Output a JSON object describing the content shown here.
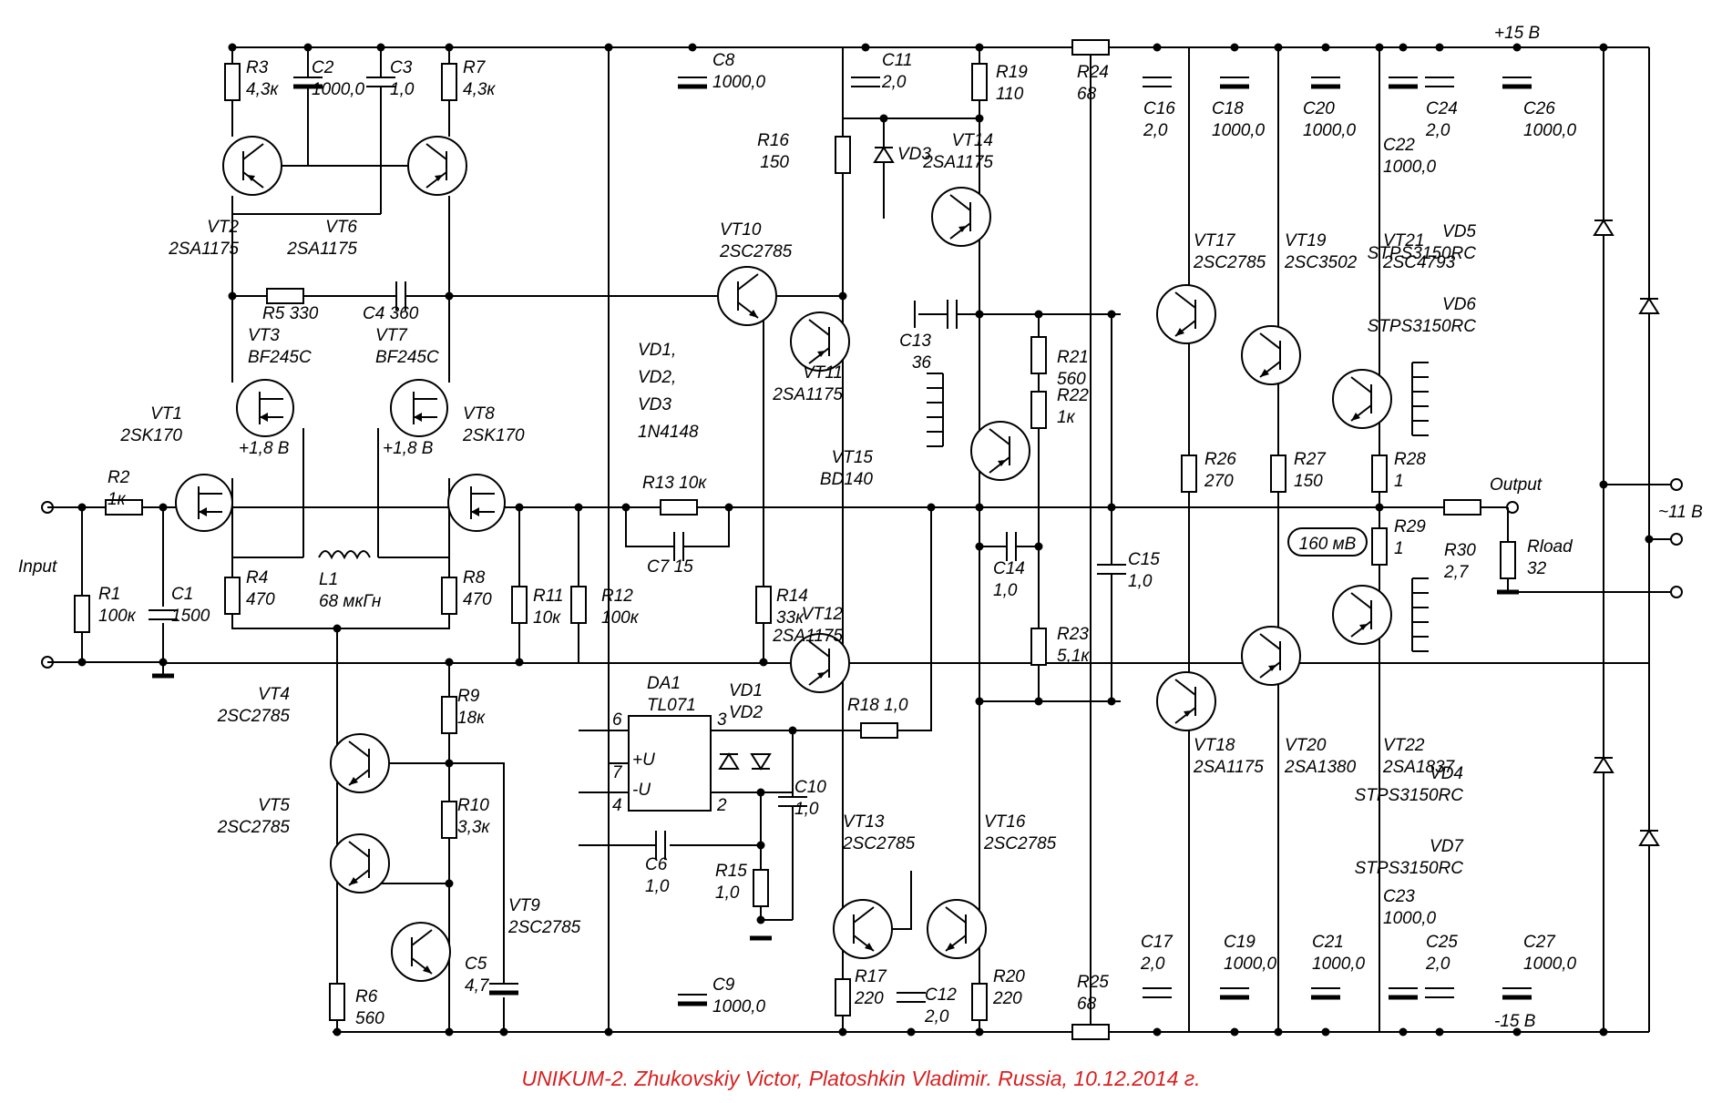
{
  "title": "UNIKUM-2. Zhukovskiy Victor, Platoshkin Vladimir. Russia, 10.12.2014 г.",
  "rails": {
    "pos": "+15 В",
    "neg": "-15 В",
    "ac": "~11 В"
  },
  "io": {
    "input": "Input",
    "output": "Output",
    "probe": "160 мВ"
  },
  "diode_note": [
    "VD1,",
    "VD2,",
    "VD3",
    "1N4148"
  ],
  "labels": [
    {
      "id": "R3",
      "lines": [
        "R3",
        "4,3к"
      ]
    },
    {
      "id": "C2",
      "lines": [
        "C2",
        "1000,0"
      ]
    },
    {
      "id": "C3",
      "lines": [
        "C3",
        "1,0"
      ]
    },
    {
      "id": "R7",
      "lines": [
        "R7",
        "4,3к"
      ]
    },
    {
      "id": "VT2",
      "lines": [
        "VT2",
        "2SA1175"
      ]
    },
    {
      "id": "VT6",
      "lines": [
        "VT6",
        "2SA1175"
      ]
    },
    {
      "id": "R5",
      "lines": [
        "R5  330"
      ]
    },
    {
      "id": "C4",
      "lines": [
        "C4  360"
      ]
    },
    {
      "id": "VT3",
      "lines": [
        "VT3",
        "BF245C"
      ]
    },
    {
      "id": "VT7",
      "lines": [
        "VT7",
        "BF245C"
      ]
    },
    {
      "id": "VT1",
      "lines": [
        "VT1",
        "2SK170"
      ]
    },
    {
      "id": "VT8",
      "lines": [
        "VT8",
        "2SK170"
      ]
    },
    {
      "id": "V1",
      "lines": [
        "+1,8 В"
      ]
    },
    {
      "id": "V2",
      "lines": [
        "+1,8 В"
      ]
    },
    {
      "id": "R2",
      "lines": [
        "R2",
        "1к"
      ]
    },
    {
      "id": "R1",
      "lines": [
        "R1",
        "100к"
      ]
    },
    {
      "id": "C1",
      "lines": [
        "C1",
        "1500"
      ]
    },
    {
      "id": "R4",
      "lines": [
        "R4",
        "470"
      ]
    },
    {
      "id": "L1",
      "lines": [
        "L1",
        "68 мкГн"
      ]
    },
    {
      "id": "R8",
      "lines": [
        "R8",
        "470"
      ]
    },
    {
      "id": "R11",
      "lines": [
        "R11",
        "10к"
      ]
    },
    {
      "id": "R12",
      "lines": [
        "R12",
        "100к"
      ]
    },
    {
      "id": "VT4",
      "lines": [
        "VT4",
        "2SC2785"
      ]
    },
    {
      "id": "R9",
      "lines": [
        "R9",
        "18к"
      ]
    },
    {
      "id": "R10",
      "lines": [
        "R10",
        "3,3к"
      ]
    },
    {
      "id": "VT5",
      "lines": [
        "VT5",
        "2SC2785"
      ]
    },
    {
      "id": "VT9",
      "lines": [
        "VT9",
        "2SC2785"
      ]
    },
    {
      "id": "C5",
      "lines": [
        "C5",
        "4,7"
      ]
    },
    {
      "id": "R6",
      "lines": [
        "R6",
        "560"
      ]
    },
    {
      "id": "C8",
      "lines": [
        "C8",
        "1000,0"
      ]
    },
    {
      "id": "C11",
      "lines": [
        "C11",
        "2,0"
      ]
    },
    {
      "id": "R19",
      "lines": [
        "R19",
        "110"
      ]
    },
    {
      "id": "R16",
      "lines": [
        "R16",
        "150"
      ]
    },
    {
      "id": "VD3",
      "lines": [
        "VD3"
      ]
    },
    {
      "id": "VT14",
      "lines": [
        "VT14",
        "2SA1175"
      ]
    },
    {
      "id": "VT10",
      "lines": [
        "VT10",
        "2SC2785"
      ]
    },
    {
      "id": "VT11",
      "lines": [
        "VT11",
        "2SA1175"
      ]
    },
    {
      "id": "R13",
      "lines": [
        "R13  10к"
      ]
    },
    {
      "id": "C7",
      "lines": [
        "C7     15"
      ]
    },
    {
      "id": "R14",
      "lines": [
        "R14",
        "33к"
      ]
    },
    {
      "id": "VT12",
      "lines": [
        "VT12",
        "2SA1175"
      ]
    },
    {
      "id": "DA1",
      "lines": [
        "DA1",
        "TL071"
      ]
    },
    {
      "id": "VD12",
      "lines": [
        "VD1",
        "VD2"
      ]
    },
    {
      "id": "R18",
      "lines": [
        "R18  1,0"
      ]
    },
    {
      "id": "C10",
      "lines": [
        "C10",
        "1,0"
      ]
    },
    {
      "id": "C6",
      "lines": [
        "C6",
        "1,0"
      ]
    },
    {
      "id": "R15",
      "lines": [
        "R15",
        "1,0"
      ]
    },
    {
      "id": "C9",
      "lines": [
        "C9",
        "1000,0"
      ]
    },
    {
      "id": "VT13",
      "lines": [
        "VT13",
        "2SC2785"
      ]
    },
    {
      "id": "VT16",
      "lines": [
        "VT16",
        "2SC2785"
      ]
    },
    {
      "id": "R17",
      "lines": [
        "R17",
        "220"
      ]
    },
    {
      "id": "C12",
      "lines": [
        "C12",
        "2,0"
      ]
    },
    {
      "id": "R20",
      "lines": [
        "R20",
        "220"
      ]
    },
    {
      "id": "C13",
      "lines": [
        "C13",
        "36"
      ]
    },
    {
      "id": "VT15",
      "lines": [
        "VT15",
        "BD140"
      ]
    },
    {
      "id": "R21",
      "lines": [
        "R21",
        "560"
      ]
    },
    {
      "id": "R22",
      "lines": [
        "R22",
        "1к"
      ]
    },
    {
      "id": "C14",
      "lines": [
        "C14",
        "1,0"
      ]
    },
    {
      "id": "R23",
      "lines": [
        "R23",
        "5,1к"
      ]
    },
    {
      "id": "C15",
      "lines": [
        "C15",
        "1,0"
      ]
    },
    {
      "id": "R24",
      "lines": [
        "R24",
        "68"
      ]
    },
    {
      "id": "C16",
      "lines": [
        "C16",
        "2,0"
      ]
    },
    {
      "id": "C18",
      "lines": [
        "C18",
        "1000,0"
      ]
    },
    {
      "id": "C20",
      "lines": [
        "C20",
        "1000,0"
      ]
    },
    {
      "id": "C22",
      "lines": [
        "C22",
        "1000,0"
      ]
    },
    {
      "id": "C24",
      "lines": [
        "C24",
        "2,0"
      ]
    },
    {
      "id": "C26",
      "lines": [
        "C26",
        "1000,0"
      ]
    },
    {
      "id": "VT17",
      "lines": [
        "VT17",
        "2SC2785"
      ]
    },
    {
      "id": "VT19",
      "lines": [
        "VT19",
        "2SC3502"
      ]
    },
    {
      "id": "VT21",
      "lines": [
        "VT21",
        "2SC4793"
      ]
    },
    {
      "id": "R26",
      "lines": [
        "R26",
        "270"
      ]
    },
    {
      "id": "R27",
      "lines": [
        "R27",
        "150"
      ]
    },
    {
      "id": "R28",
      "lines": [
        "R28",
        "1"
      ]
    },
    {
      "id": "R29",
      "lines": [
        "R29",
        "1"
      ]
    },
    {
      "id": "R30",
      "lines": [
        "R30",
        "2,7"
      ]
    },
    {
      "id": "Rload",
      "lines": [
        "Rload",
        "32"
      ]
    },
    {
      "id": "VT18",
      "lines": [
        "VT18",
        "2SA1175"
      ]
    },
    {
      "id": "VT20",
      "lines": [
        "VT20",
        "2SA1380"
      ]
    },
    {
      "id": "VT22",
      "lines": [
        "VT22",
        "2SA1837"
      ]
    },
    {
      "id": "R25",
      "lines": [
        "R25",
        "68"
      ]
    },
    {
      "id": "C17",
      "lines": [
        "C17",
        "2,0"
      ]
    },
    {
      "id": "C19",
      "lines": [
        "C19",
        "1000,0"
      ]
    },
    {
      "id": "C21",
      "lines": [
        "C21",
        "1000,0"
      ]
    },
    {
      "id": "C23",
      "lines": [
        "C23",
        "1000,0"
      ]
    },
    {
      "id": "C25",
      "lines": [
        "C25",
        "2,0"
      ]
    },
    {
      "id": "C27",
      "lines": [
        "C27",
        "1000,0"
      ]
    },
    {
      "id": "VD5",
      "lines": [
        "VD5",
        "STPS3150RC"
      ]
    },
    {
      "id": "VD6",
      "lines": [
        "VD6",
        "STPS3150RC"
      ]
    },
    {
      "id": "VD4",
      "lines": [
        "VD4",
        "STPS3150RC"
      ]
    },
    {
      "id": "VD7",
      "lines": [
        "VD7",
        "STPS3150RC"
      ]
    },
    {
      "id": "p6",
      "lines": [
        "6"
      ]
    },
    {
      "id": "p7",
      "lines": [
        "7"
      ]
    },
    {
      "id": "p4",
      "lines": [
        "4"
      ]
    },
    {
      "id": "p3",
      "lines": [
        "3"
      ]
    },
    {
      "id": "p2",
      "lines": [
        "2"
      ]
    },
    {
      "id": "pU1",
      "lines": [
        "+U"
      ]
    },
    {
      "id": "pU2",
      "lines": [
        "-U"
      ]
    }
  ]
}
